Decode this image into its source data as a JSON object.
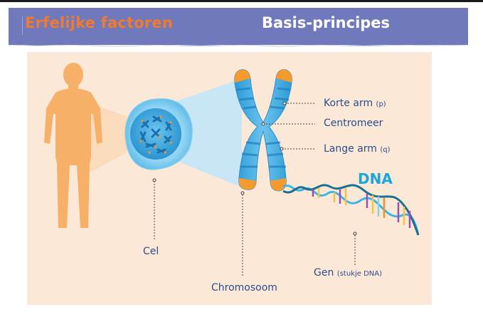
{
  "header": {
    "title": "Erfelijke factoren",
    "subtitle": "Basis-principes"
  },
  "colors": {
    "header_bg": "#7079bb",
    "title_orange": "#f07a30",
    "panel_bg": "#fce8d6",
    "label_blue": "#2a4f8e",
    "dna_cyan": "#1ba6d9",
    "chromosome_blue": "#3fa9e0",
    "telomere_orange": "#f59a2c",
    "silhouette": "#f6b068"
  },
  "diagram": {
    "labels": {
      "korte_arm": "Korte arm",
      "korte_arm_sym": "(p)",
      "centromeer": "Centromeer",
      "lange_arm": "Lange arm",
      "lange_arm_sym": "(q)",
      "dna": "DNA",
      "cel": "Cel",
      "chromosoom": "Chromosoom",
      "gen": "Gen",
      "gen_note": "(stukje DNA)"
    }
  }
}
